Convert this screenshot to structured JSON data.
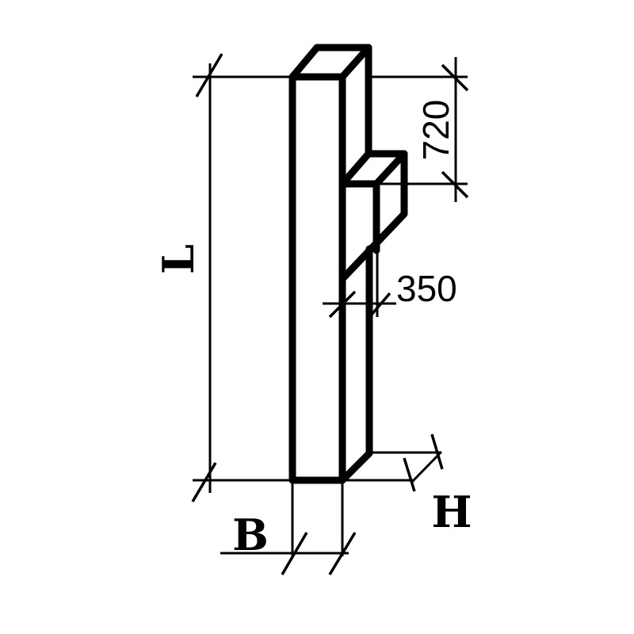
{
  "diagram": {
    "subject": "column-with-console",
    "colors": {
      "line": "#000000",
      "background": "#ffffff"
    },
    "labels": {
      "length": "L",
      "width": "B",
      "depth": "H",
      "console_height": "720",
      "console_projection": "350"
    }
  }
}
